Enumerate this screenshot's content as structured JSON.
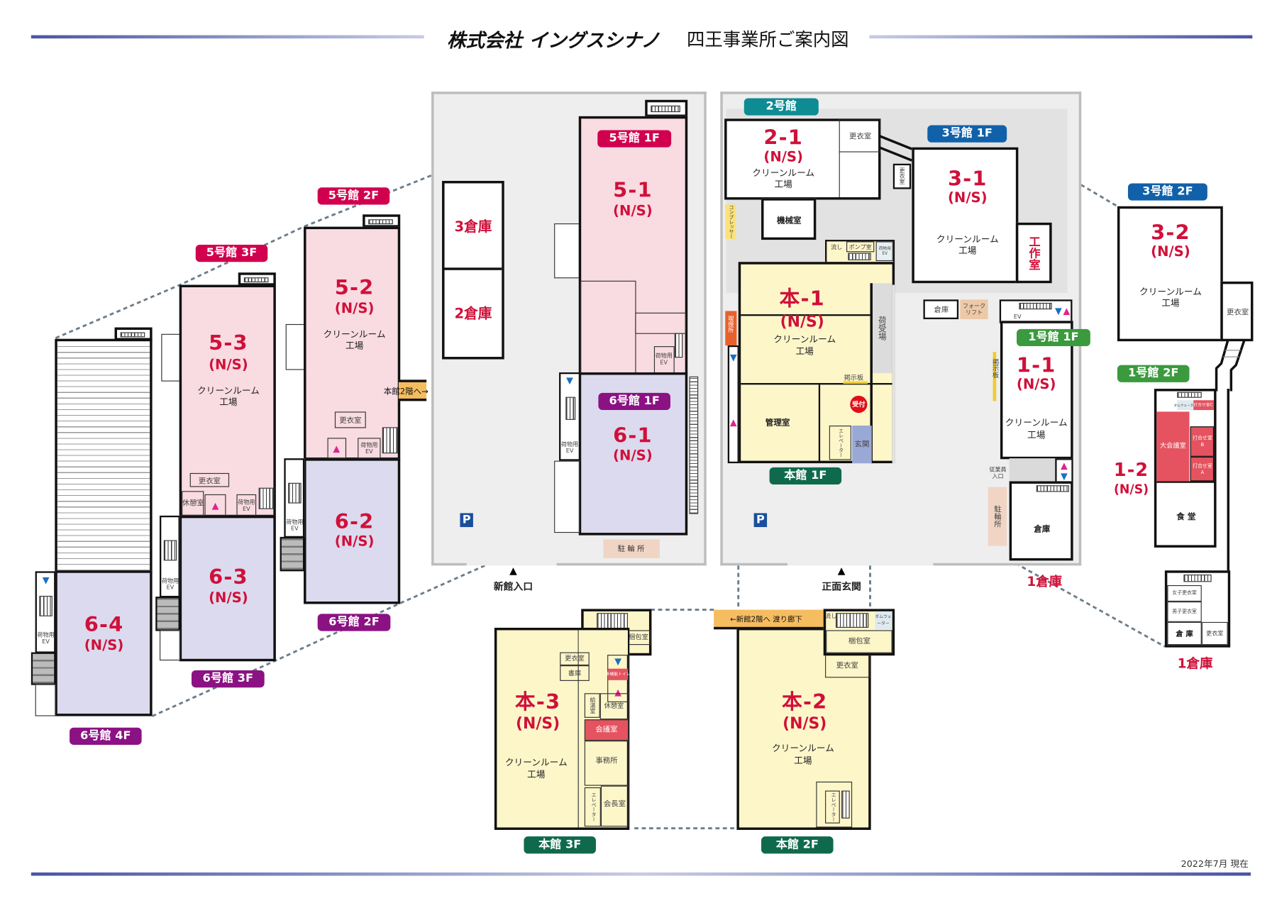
{
  "header": {
    "company": "株式会社 イングスシナノ",
    "title": "四王事業所ご案内図"
  },
  "footer": {
    "date": "2022年7月 現在"
  },
  "common": {
    "ns": "(N/S)",
    "cleanroom": "クリーンルーム",
    "factory": "工場",
    "cargo_ev_1": "荷物用",
    "cargo_ev_2": "EV",
    "changing": "更衣室",
    "rest": "休憩室",
    "elevator": "エレベーター"
  },
  "bldg6_4f": {
    "tag": "6号館 4F",
    "room": "6-4"
  },
  "bldg5_3f": {
    "tag": "5号館 3F",
    "room": "5-3"
  },
  "bldg6_3f": {
    "tag": "6号館 3F",
    "room": "6-3"
  },
  "bldg5_2f": {
    "tag": "5号館 2F",
    "room": "5-2",
    "link": "本館2階へ→"
  },
  "bldg6_2f": {
    "tag": "6号館 2F",
    "room": "6-2"
  },
  "bldg5_1f": {
    "tag": "5号館 1F",
    "room": "5-1"
  },
  "bldg6_1f": {
    "tag": "6号館 1F",
    "room": "6-1"
  },
  "warehouses": {
    "w3": "3倉庫",
    "w2": "2倉庫",
    "w1": "1倉庫"
  },
  "site": {
    "parking": "P",
    "bicycle": "駐 輪 所",
    "new_entrance": "新館入口",
    "main_entrance": "正面玄関"
  },
  "bldg2": {
    "tag": "2号館",
    "room": "2-1",
    "machine": "機械室",
    "compressor": "コンプレッサー"
  },
  "bldg3_1f": {
    "tag": "3号館 1F",
    "room": "3-1",
    "workshop": "工作室"
  },
  "main_1f": {
    "tag": "本館 1F",
    "room": "本-1",
    "sink": "流し",
    "pump": "ポンプ室",
    "smoking": "喫煙所",
    "office": "管理室",
    "reception": "受付",
    "entrance": "玄関",
    "board": "掲示板",
    "loading": "荷受場"
  },
  "yard": {
    "storage": "倉庫",
    "forklift": "フォーク リフト",
    "board": "掲示板",
    "staff_entrance": "従業員 入口",
    "bicycle": "駐輪所"
  },
  "bldg1_1f": {
    "tag": "1号館 1F",
    "room": "1-1",
    "ev": "EV",
    "storage": "倉庫"
  },
  "bldg3_2f": {
    "tag": "3号館 2F",
    "room": "3-2"
  },
  "bldg1_2f": {
    "tag": "1号館 2F",
    "room": "1-2",
    "dumbwaiter": "ダムウェーター",
    "mtg_c": "打合せ室C",
    "big_conf": "大会議室",
    "mtg_b": "打合せ室 B",
    "mtg_a": "打合せ室 A",
    "cafeteria": "食 堂",
    "women": "女子更衣室",
    "men": "男子更衣室",
    "storage": "倉 庫"
  },
  "main_3f": {
    "tag": "本館 3F",
    "room": "本-3",
    "packing": "梱包室",
    "library": "書庫",
    "accessible_wc": "多機能トイレ",
    "kitchenette": "給湯室",
    "conference": "会議室",
    "office": "事務所",
    "chairman": "会長室"
  },
  "main_2f": {
    "tag": "本館 2F",
    "room": "本-2",
    "corridor": "←新館2階へ 渡り廊下",
    "sink": "流し",
    "dumbwaiter": "ダムウェーター",
    "packing": "梱包室"
  },
  "colors": {
    "room_id": "#d0103a",
    "bldg5": "#d1004e",
    "bldg6": "#8b1283",
    "bldg2": "#0e8b93",
    "bldg3": "#1061aa",
    "bldg1": "#3b9a3e",
    "main": "#0f6a4d",
    "rule": "#4a55a2",
    "conference": "#e4535f"
  }
}
